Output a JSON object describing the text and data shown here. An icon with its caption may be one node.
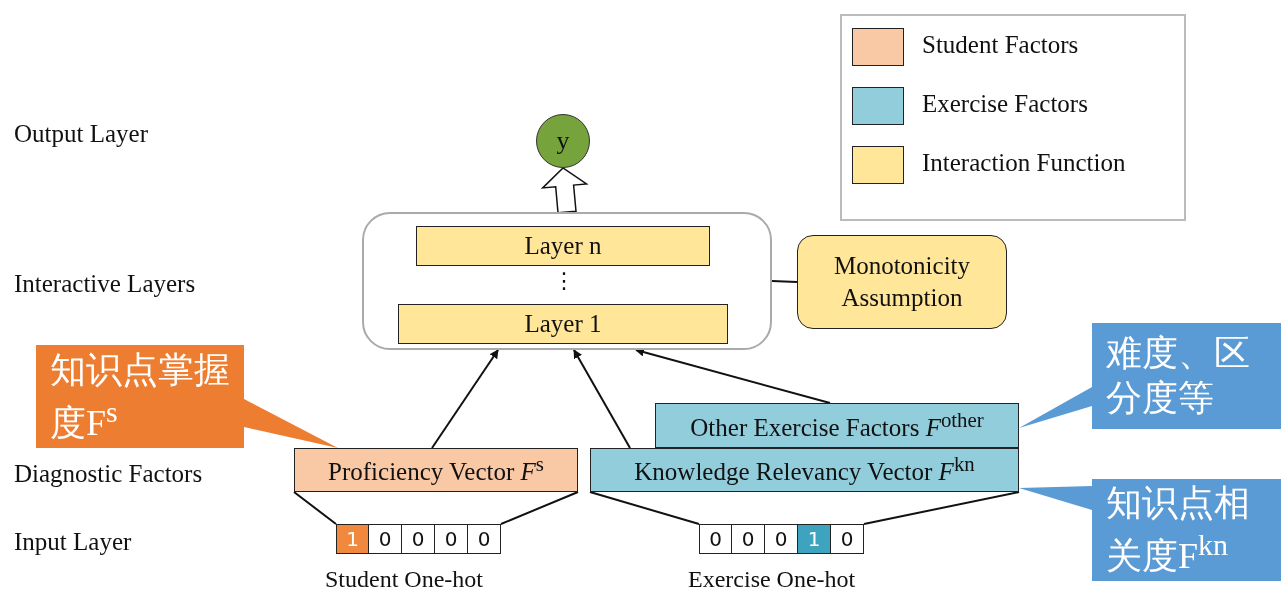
{
  "diagram": {
    "nodes": [
      {
        "text": [
          "y"
        ]
      },
      {
        "text": [],
        "shape": "box"
      },
      {
        "text": [
          "Layer n"
        ],
        "in": 1
      },
      {
        "text": [
          "Layer 1"
        ],
        "in": 1
      },
      {
        "text": [
          "Monotonicity Assumption"
        ]
      },
      {
        "text": [
          "Proficiency Vector *F*$^{s}$"
        ]
      },
      {
        "text": [
          "Other Exercise Factors *F*$^{other}$"
        ]
      },
      {
        "text": [
          "Knowledge Relevancy Vector *F*$^{kn}$"
        ]
      },
      {
        "text": [
          "1",
          "0",
          "0",
          "0",
          "0"
        ],
        "beside": [
          "Student One-hot"
        ]
      },
      {
        "text": [
          "0",
          "0",
          "0",
          "1",
          "0"
        ],
        "beside": [
          "Exercise One-hot"
        ]
      },
      {
        "text": [
          "知识点掌握度F$^{s}$"
        ]
      },
      {
        "text": [
          "难度、区分度等"
        ]
      },
      {
        "text": [
          "知识点相关度F$^{kn}$"
        ]
      }
    ],
    "edges": [
      {
        "from": 1,
        "to": 0,
        "arrow": "to"
      },
      {
        "from": 5,
        "to": 1,
        "arrow": "to"
      },
      {
        "from": 7,
        "to": 1,
        "arrow": "to"
      },
      {
        "from": 6,
        "to": 1,
        "arrow": "to"
      },
      {
        "from": 4,
        "to": 1,
        "arrow": "none"
      },
      {
        "from": 8,
        "to": 5,
        "arrow": "none"
      },
      {
        "from": 9,
        "to": 7,
        "arrow": "none"
      },
      {
        "from": 10,
        "to": 5,
        "arrow": "none"
      },
      {
        "from": 11,
        "to": 6,
        "arrow": "none"
      },
      {
        "from": 12,
        "to": 7,
        "arrow": "none"
      }
    ],
    "labels": [
      "Output Layer",
      "Interactive Layers",
      "⋮",
      "Diagnostic Factors",
      "Input Layer"
    ],
    "legend": [
      {
        "text": "Student Factors",
        "color": "#f9c8a4"
      },
      {
        "text": "Exercise Factors",
        "color": "#92cddc"
      },
      {
        "text": "Interaction Function",
        "color": "#ffe699"
      }
    ]
  }
}
